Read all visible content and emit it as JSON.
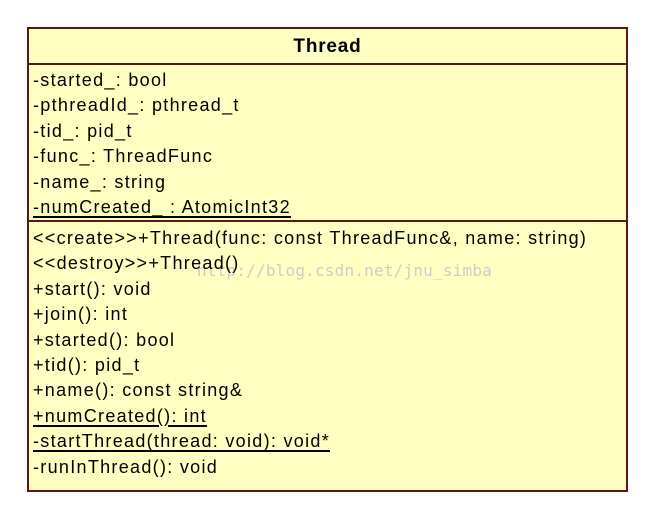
{
  "diagram": {
    "class": {
      "title": "Thread",
      "attributes": [
        {
          "text": "-started_: bool",
          "static": false
        },
        {
          "text": "-pthreadId_: pthread_t",
          "static": false
        },
        {
          "text": "-tid_: pid_t",
          "static": false
        },
        {
          "text": "-func_: ThreadFunc",
          "static": false
        },
        {
          "text": "-name_: string",
          "static": false
        },
        {
          "text": "-numCreated_ : AtomicInt32",
          "static": true
        }
      ],
      "methods": [
        {
          "text": "<<create>>+Thread(func: const ThreadFunc&, name: string)",
          "static": false
        },
        {
          "text": "<<destroy>>+Thread()",
          "static": false
        },
        {
          "text": "+start(): void",
          "static": false
        },
        {
          "text": "+join(): int",
          "static": false
        },
        {
          "text": "+started(): bool",
          "static": false
        },
        {
          "text": "+tid(): pid_t",
          "static": false
        },
        {
          "text": "+name(): const string&",
          "static": false
        },
        {
          "text": "+numCreated(): int",
          "static": true
        },
        {
          "text": "-startThread(thread: void): void*",
          "static": true
        },
        {
          "text": "-runInThread(): void",
          "static": false
        }
      ]
    },
    "watermark": "http://blog.csdn.net/jnu_simba",
    "colors": {
      "fill": "#FFFFC2",
      "border": "#5C1616",
      "text": "#000000",
      "watermark": "#CDCDCD"
    }
  }
}
